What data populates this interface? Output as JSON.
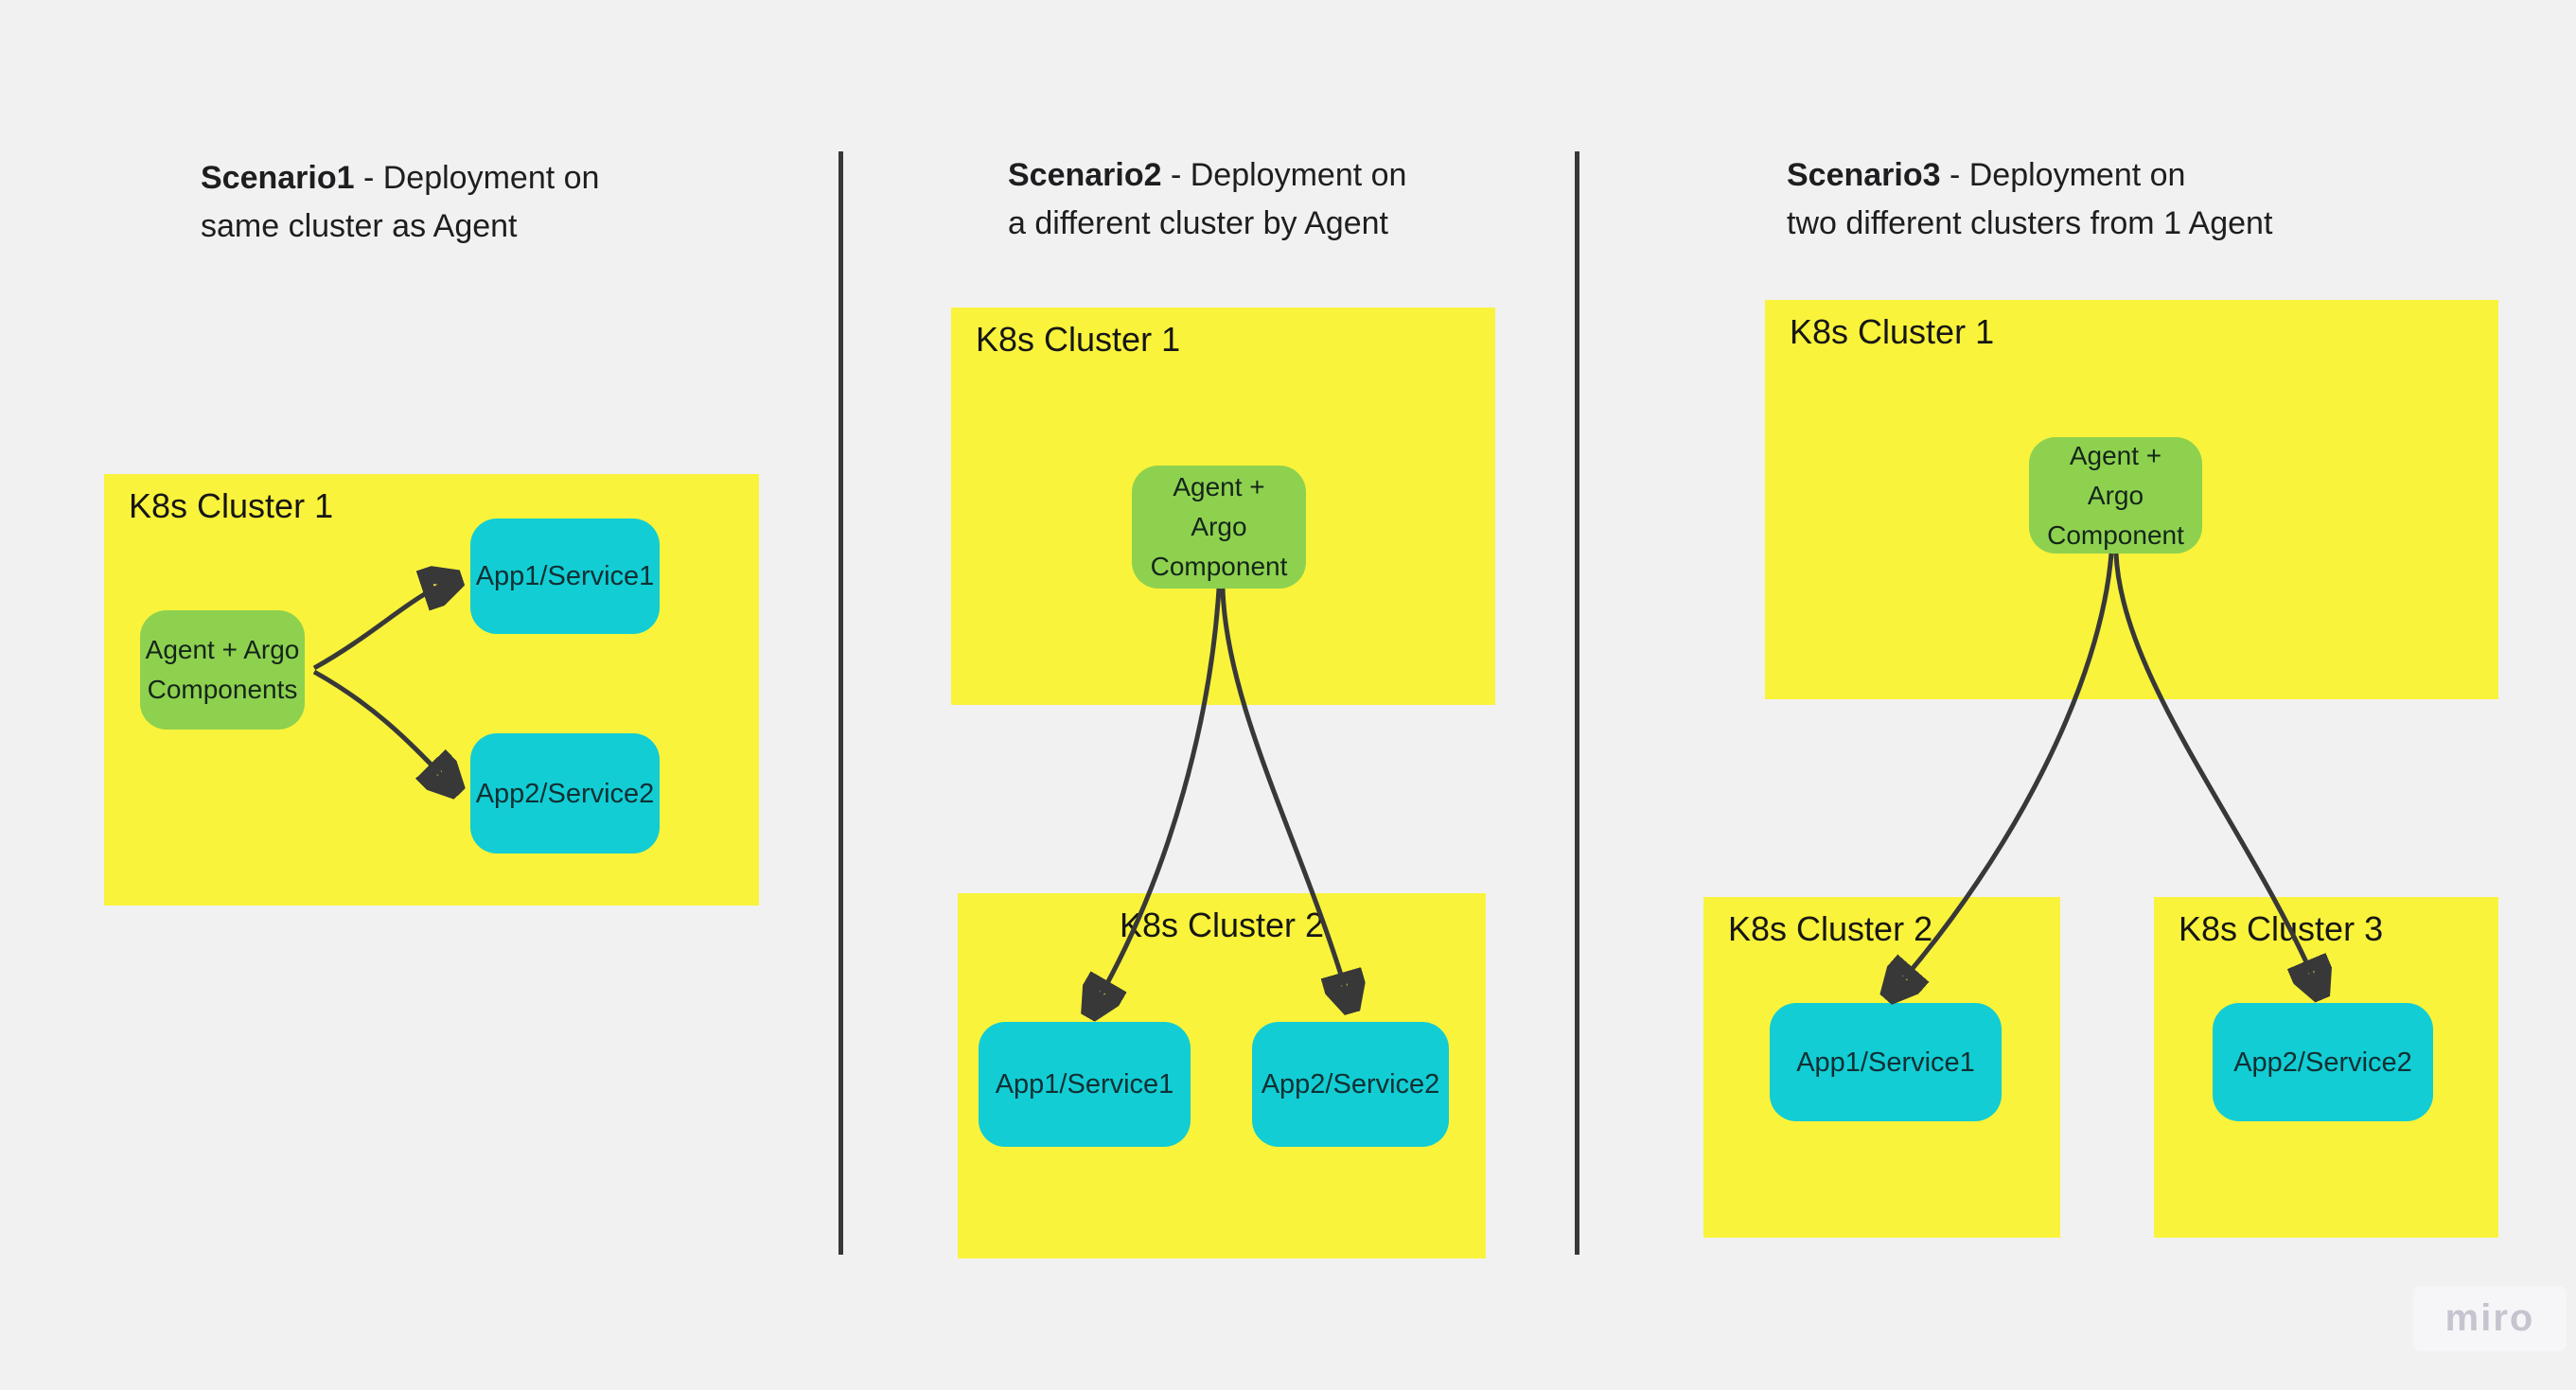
{
  "colors": {
    "background": "#f1f1f2",
    "cluster_fill": "#f9f33b",
    "agent_fill": "#8ed14f",
    "app_fill": "#12cdd4",
    "text": "#1e1e20",
    "arrow_stroke": "#383838",
    "watermark_bg": "#f6f6f8",
    "watermark_text": "#c5c4cf"
  },
  "watermark": {
    "label": "miro"
  },
  "scenarios": [
    {
      "title_bold": "Scenario1",
      "title_rest": " - Deployment on",
      "title_line2": "same cluster as Agent",
      "clusters": [
        {
          "label": "K8s Cluster 1"
        }
      ],
      "nodes": {
        "agent": {
          "lines": [
            "Agent + Argo",
            "Components"
          ]
        },
        "app1": {
          "label": "App1/Service1"
        },
        "app2": {
          "label": "App2/Service2"
        }
      },
      "edges": [
        {
          "from": "Agent + Argo Components",
          "to": "App1/Service1"
        },
        {
          "from": "Agent + Argo Components",
          "to": "App2/Service2"
        }
      ]
    },
    {
      "title_bold": "Scenario2",
      "title_rest": " - Deployment on",
      "title_line2": "a different cluster by Agent",
      "clusters": [
        {
          "label": "K8s Cluster 1"
        },
        {
          "label": "K8s Cluster 2"
        }
      ],
      "nodes": {
        "agent": {
          "lines": [
            "Agent +",
            "Argo",
            "Component"
          ]
        },
        "app1": {
          "label": "App1/Service1"
        },
        "app2": {
          "label": "App2/Service2"
        }
      },
      "edges": [
        {
          "from": "Agent + Argo Component (K8s Cluster 1)",
          "to": "App1/Service1 (K8s Cluster 2)"
        },
        {
          "from": "Agent + Argo Component (K8s Cluster 1)",
          "to": "App2/Service2 (K8s Cluster 2)"
        }
      ]
    },
    {
      "title_bold": "Scenario3",
      "title_rest": " - Deployment on",
      "title_line2": "two different clusters from 1 Agent",
      "clusters": [
        {
          "label": "K8s Cluster 1"
        },
        {
          "label": "K8s Cluster 2"
        },
        {
          "label": "K8s Cluster 3"
        }
      ],
      "nodes": {
        "agent": {
          "lines": [
            "Agent +",
            "Argo",
            "Component"
          ]
        },
        "app1": {
          "label": "App1/Service1"
        },
        "app2": {
          "label": "App2/Service2"
        }
      },
      "edges": [
        {
          "from": "Agent + Argo Component (K8s Cluster 1)",
          "to": "App1/Service1 (K8s Cluster 2)"
        },
        {
          "from": "Agent + Argo Component (K8s Cluster 1)",
          "to": "App2/Service2 (K8s Cluster 3)"
        }
      ]
    }
  ]
}
